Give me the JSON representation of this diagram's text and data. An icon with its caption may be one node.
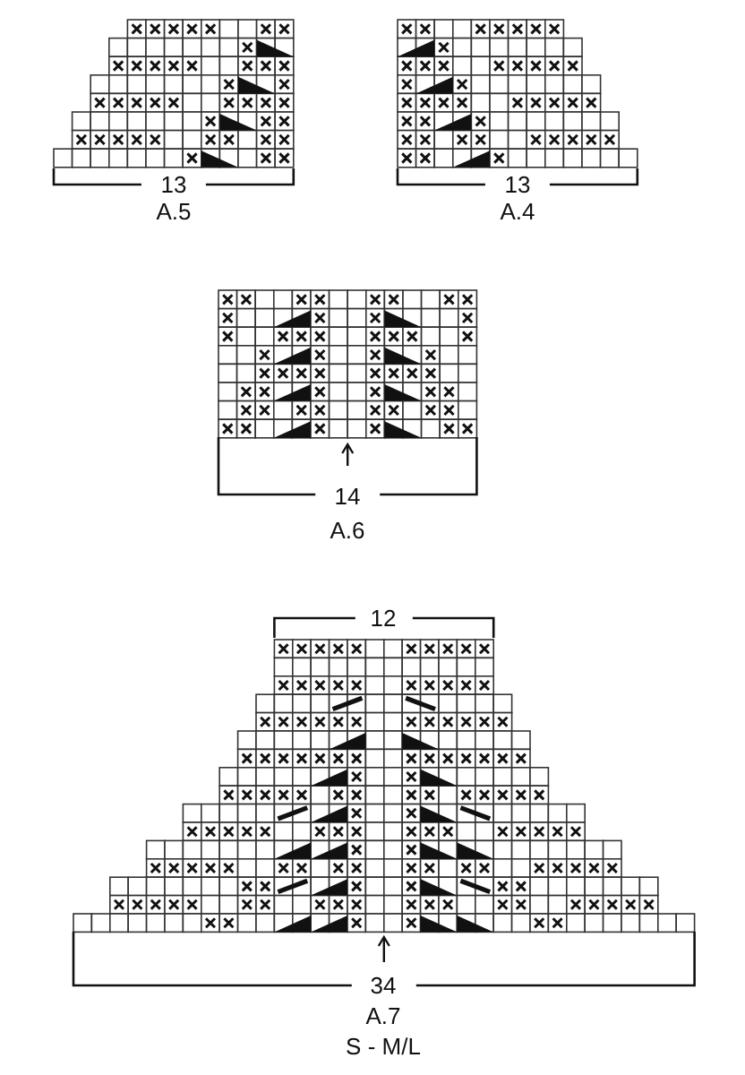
{
  "diagram": {
    "labels": [
      "13",
      "A.5",
      "13",
      "A.4",
      "14",
      "A.6",
      "12",
      "34",
      "A.7",
      "S - M/L"
    ]
  }
}
